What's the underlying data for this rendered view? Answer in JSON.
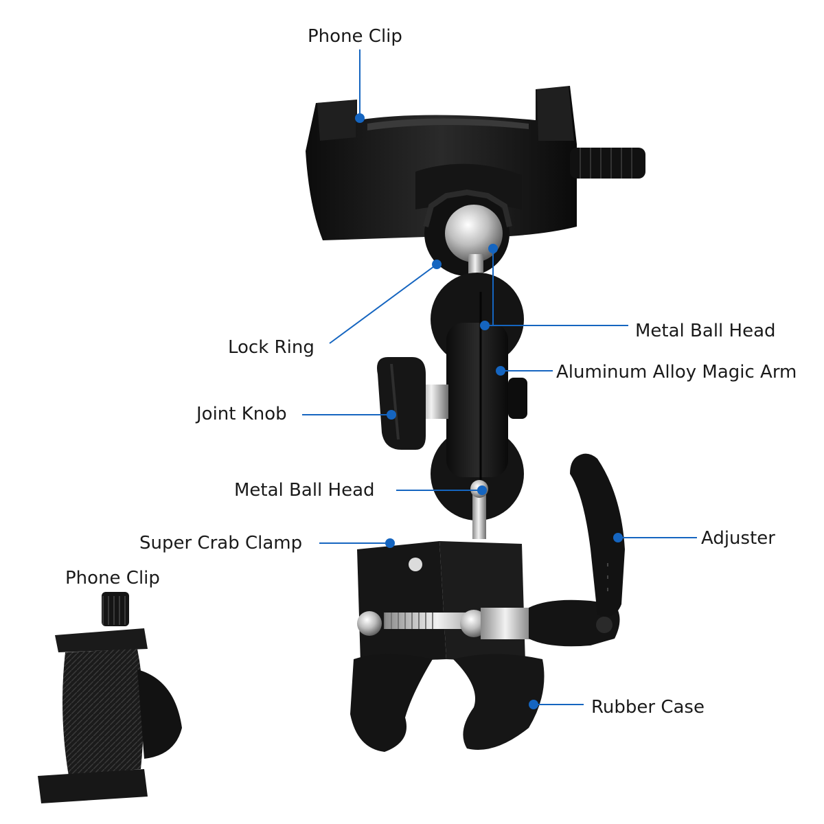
{
  "colors": {
    "leader": "#1565c0",
    "dot": "#1565c0",
    "body": "#141414",
    "metal": "#c8c8c8",
    "text": "#1a1a1a"
  },
  "callouts": {
    "phone_clip_top": "Phone Clip",
    "metal_ball_head_top": "Metal Ball Head",
    "lock_ring": "Lock Ring",
    "magic_arm": "Aluminum Alloy Magic Arm",
    "joint_knob": "Joint Knob",
    "metal_ball_head_bottom": "Metal Ball Head",
    "super_crab_clamp": "Super Crab Clamp",
    "adjuster": "Adjuster",
    "phone_clip_side": "Phone Clip",
    "rubber_case": "Rubber Case"
  }
}
